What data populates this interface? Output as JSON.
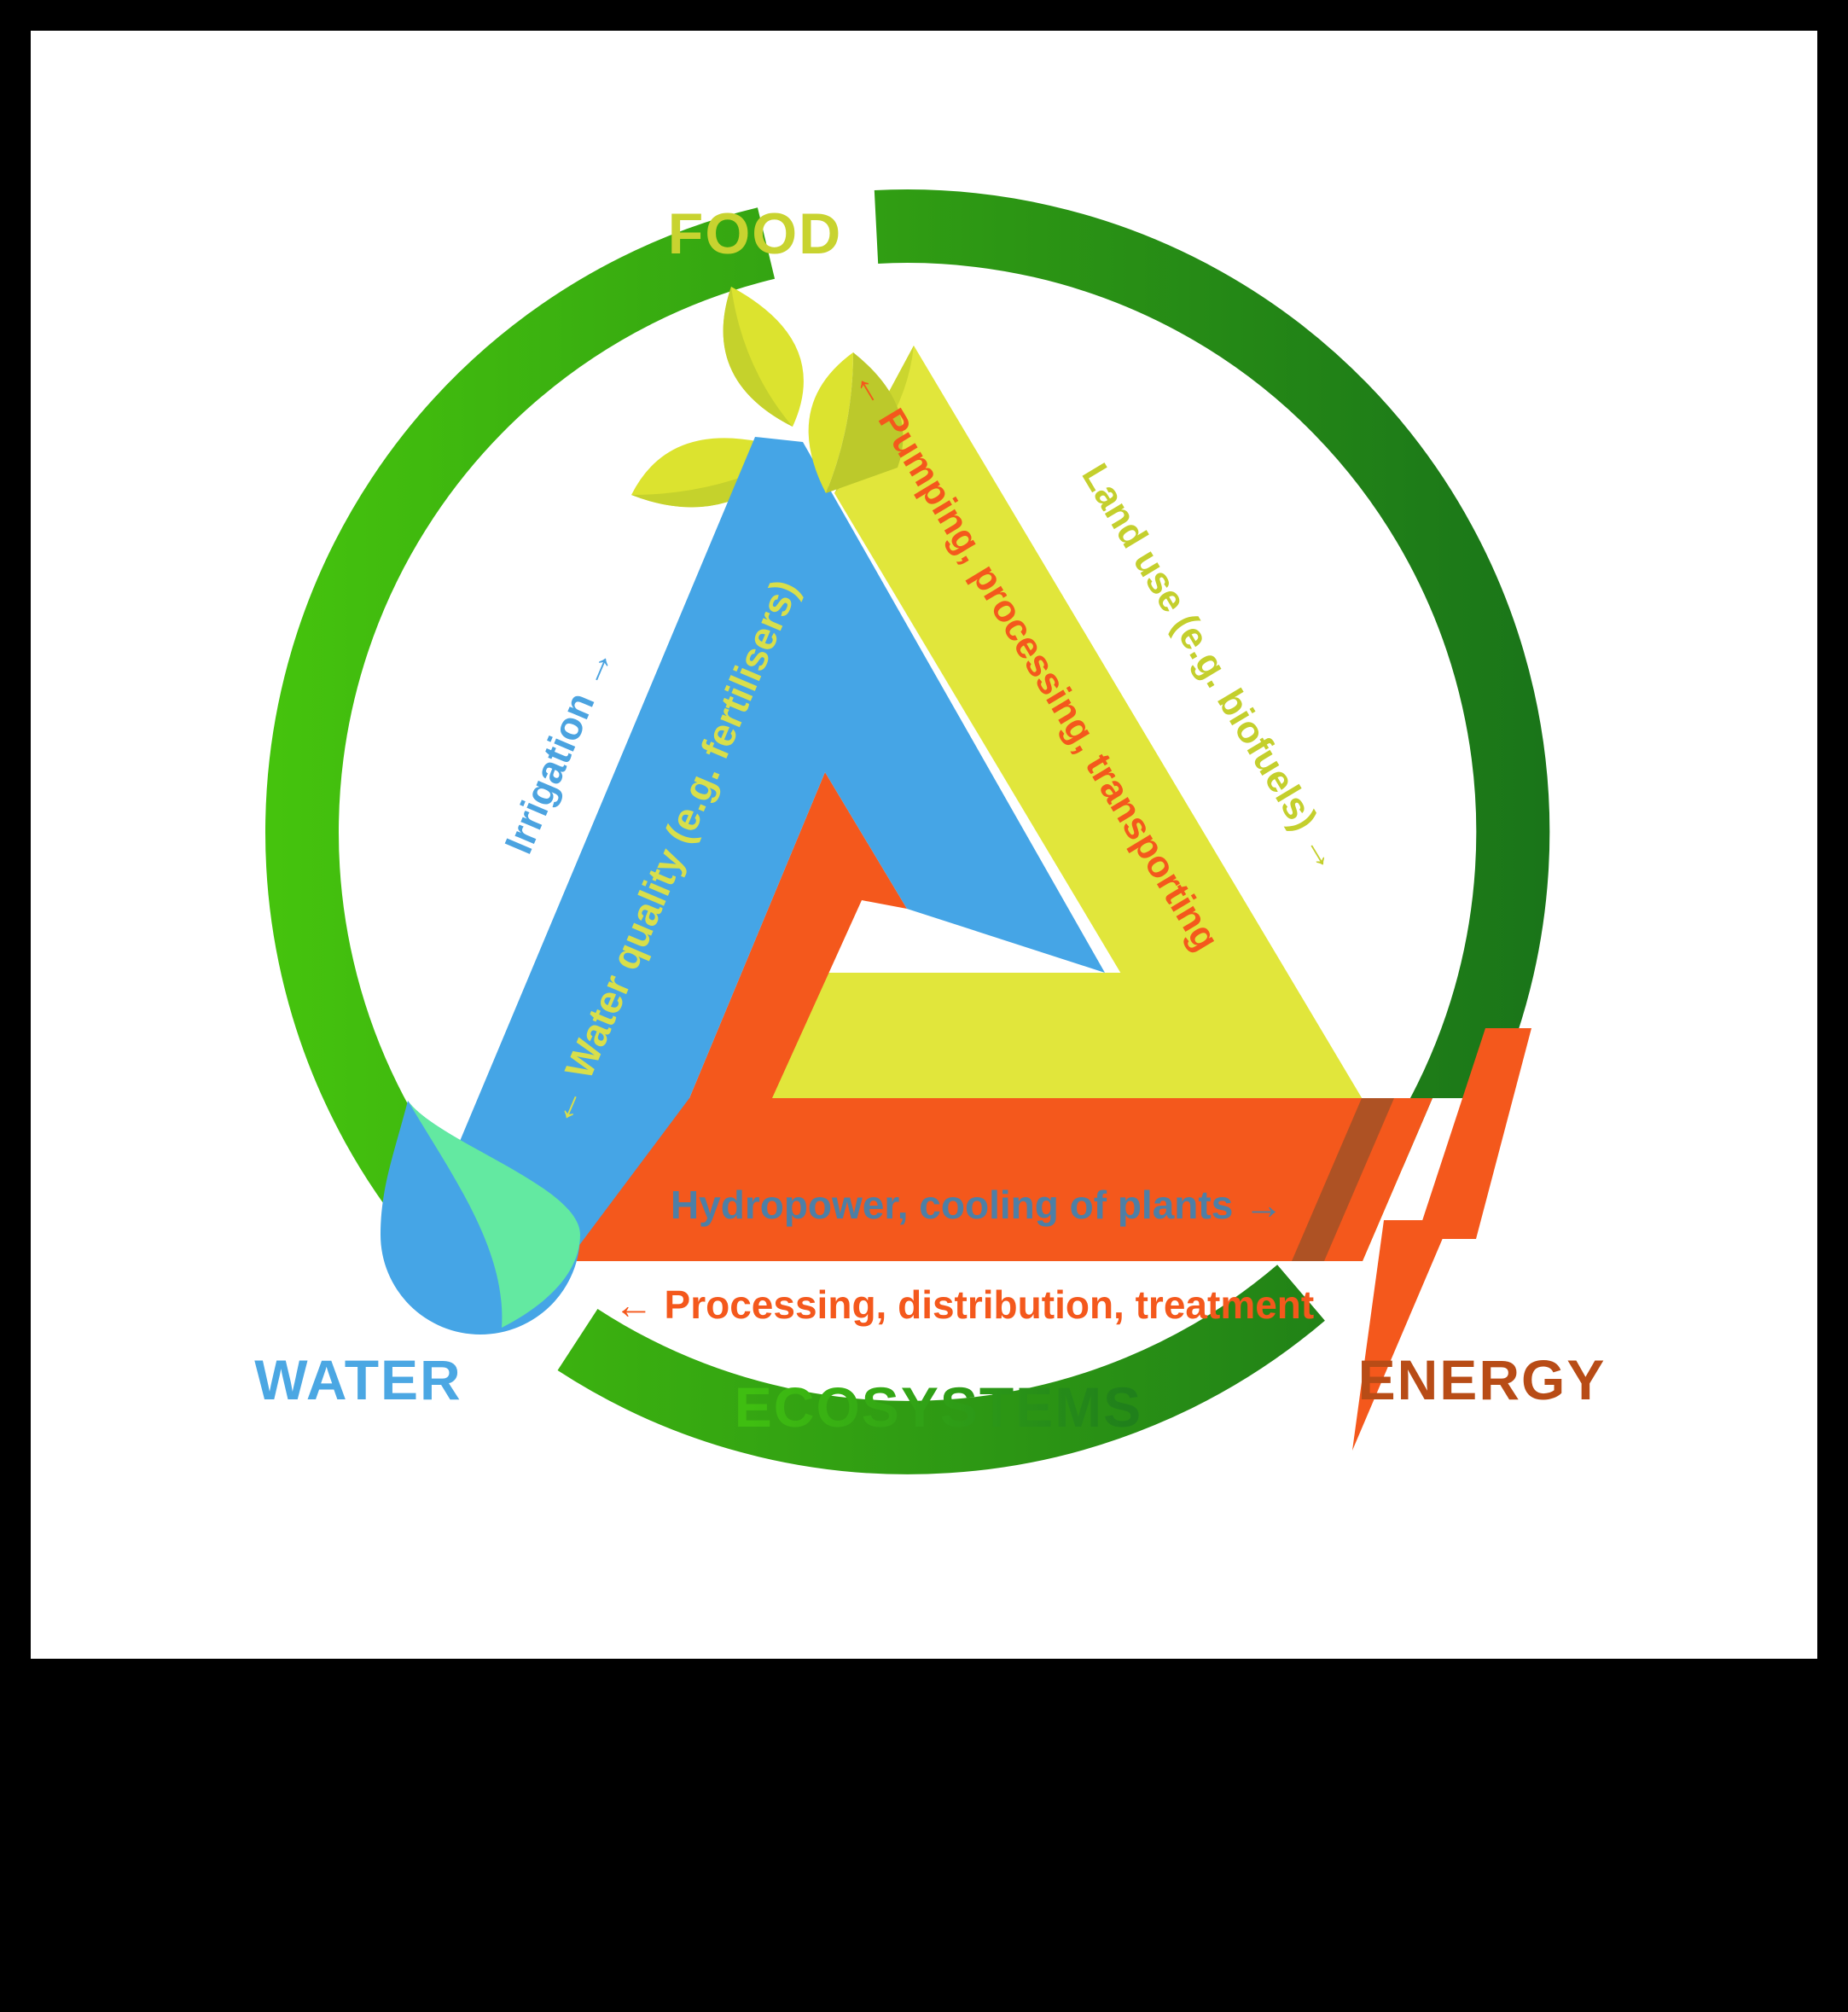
{
  "labels": {
    "food": "FOOD",
    "water": "WATER",
    "energy": "ENERGY",
    "ecosystems": "ECOSYSTEMS"
  },
  "flows": {
    "irrigation": "Irrigation →",
    "water_quality": "← Water quality (e.g. fertilisers)",
    "pumping": "← Pumping, processing, transporting",
    "land_use": "Land use (e.g. biofuels) →",
    "hydropower": "Hydropower, cooling of plants →",
    "processing": "← Processing, distribution, treatment"
  },
  "colors": {
    "background": "#000000",
    "panel": "#ffffff",
    "ring_light_green": "#45C30D",
    "ring_dark_green": "#1A7519",
    "eco_light_green": "#3FBE11",
    "eco_dark_green": "#20801B",
    "blue_band": "#45A5E6",
    "yellow_band": "#E1E63B",
    "orange_band": "#F4581C",
    "orange_shadow": "#AE5224",
    "leaf_light": "#DCE32F",
    "leaf_dark": "#C5D22C",
    "leaf_darker": "#BCC92B",
    "apex_fold": "#CBD62F",
    "drop_blue": "#45A5E6",
    "drop_green": "#63E9A1",
    "food_text": "#C8D330",
    "water_text": "#4BA7E3",
    "energy_text": "#B84C16",
    "irrigation_text": "#4BA3E0",
    "water_quality_text": "#D9DF4B",
    "pumping_text": "#F4581C",
    "land_use_text": "#C4CF2D",
    "hydropower_text": "#4D7FA6",
    "processing_text": "#F4581C"
  }
}
